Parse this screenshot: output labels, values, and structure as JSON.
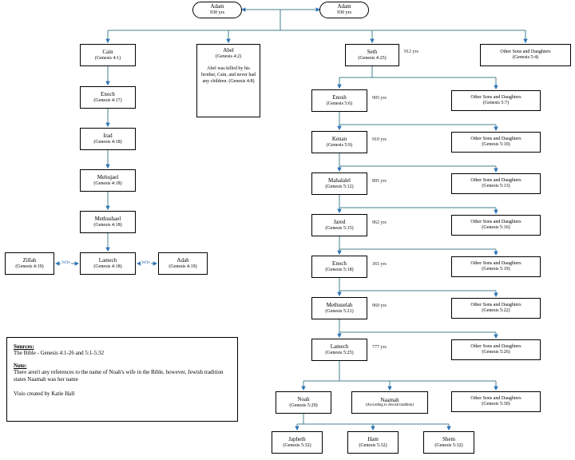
{
  "diagram": {
    "colors": {
      "line": "#47808f",
      "arrow": "#2e75b6",
      "box_border": "#000000"
    },
    "roots": [
      {
        "name": "Adam",
        "years": "930 yrs"
      },
      {
        "name": "Adam",
        "years": "930 yrs"
      }
    ],
    "cain_line": [
      {
        "name": "Cain",
        "ref": "(Genesis 4:1)"
      },
      {
        "name": "Enoch",
        "ref": "(Genesis 4:17)"
      },
      {
        "name": "Irad",
        "ref": "(Genesis 4:18)"
      },
      {
        "name": "Mehujael",
        "ref": "(Genesis 4:18)"
      },
      {
        "name": "Methushael",
        "ref": "(Genesis 4:18)"
      },
      {
        "name": "Lamech",
        "ref": "(Genesis 4:18)"
      }
    ],
    "wife_label": "Wife",
    "wives": [
      {
        "name": "Zillah",
        "ref": "(Genesis 4:19)"
      },
      {
        "name": "Adah",
        "ref": "(Genesis 4:19)"
      }
    ],
    "abel": {
      "name": "Abel",
      "ref": "(Genesis 4:2)",
      "note": "Abel was killed by his brother, Cain, and never had any children. (Genesis 4:8)"
    },
    "other_label": "Other Sons and Daughters",
    "seth_line": [
      {
        "name": "Seth",
        "ref": "(Genesis 4:25)",
        "years": "912 yrs",
        "other_ref": "(Genesis 5:4)"
      },
      {
        "name": "Enosh",
        "ref": "(Genesis 5:6)",
        "years": "905 yrs",
        "other_ref": "(Genesis 5:7)"
      },
      {
        "name": "Kenan",
        "ref": "(Genesis 5:9)",
        "years": "910 yrs",
        "other_ref": "(Genesis 5:10)"
      },
      {
        "name": "Mahalalel",
        "ref": "(Genesis 5:12)",
        "years": "895 yrs",
        "other_ref": "(Genesis 5:13)"
      },
      {
        "name": "Jared",
        "ref": "(Genesis 5:15)",
        "years": "962 yrs",
        "other_ref": "(Genesis 5:16)"
      },
      {
        "name": "Enoch",
        "ref": "(Genesis 5:18)",
        "years": "365 yrs",
        "other_ref": "(Genesis 5:19)"
      },
      {
        "name": "Methuselah",
        "ref": "(Genesis 5:21)",
        "years": "969 yrs",
        "other_ref": "(Genesis 5:22)"
      },
      {
        "name": "Lamech",
        "ref": "(Genesis 5:25)",
        "years": "777 yrs",
        "other_ref": "(Genesis 5:26)"
      }
    ],
    "noah": {
      "name": "Noah",
      "ref": "(Genesis 5:29)"
    },
    "naamah": {
      "name": "Naamah",
      "ref": "(According to Jewish tradition)"
    },
    "noah_other_ref": "(Genesis 5:30)",
    "sons": [
      {
        "name": "Japheth",
        "ref": "(Genesis 5:32)"
      },
      {
        "name": "Ham",
        "ref": "(Genesis 5:32)"
      },
      {
        "name": "Shem",
        "ref": "(Genesis 5:32)"
      }
    ],
    "info_box": {
      "sources_heading": "Sources:",
      "sources_text": "The Bible - Genesis 4:1-26 and 5:1-5:32",
      "note_heading": "Note:",
      "note_text": "There aren't any references to the name of Noah's wife in the Bible, however, Jewish tradition states Naamah was her name",
      "credit": "Visio created by Katie Hall"
    }
  }
}
